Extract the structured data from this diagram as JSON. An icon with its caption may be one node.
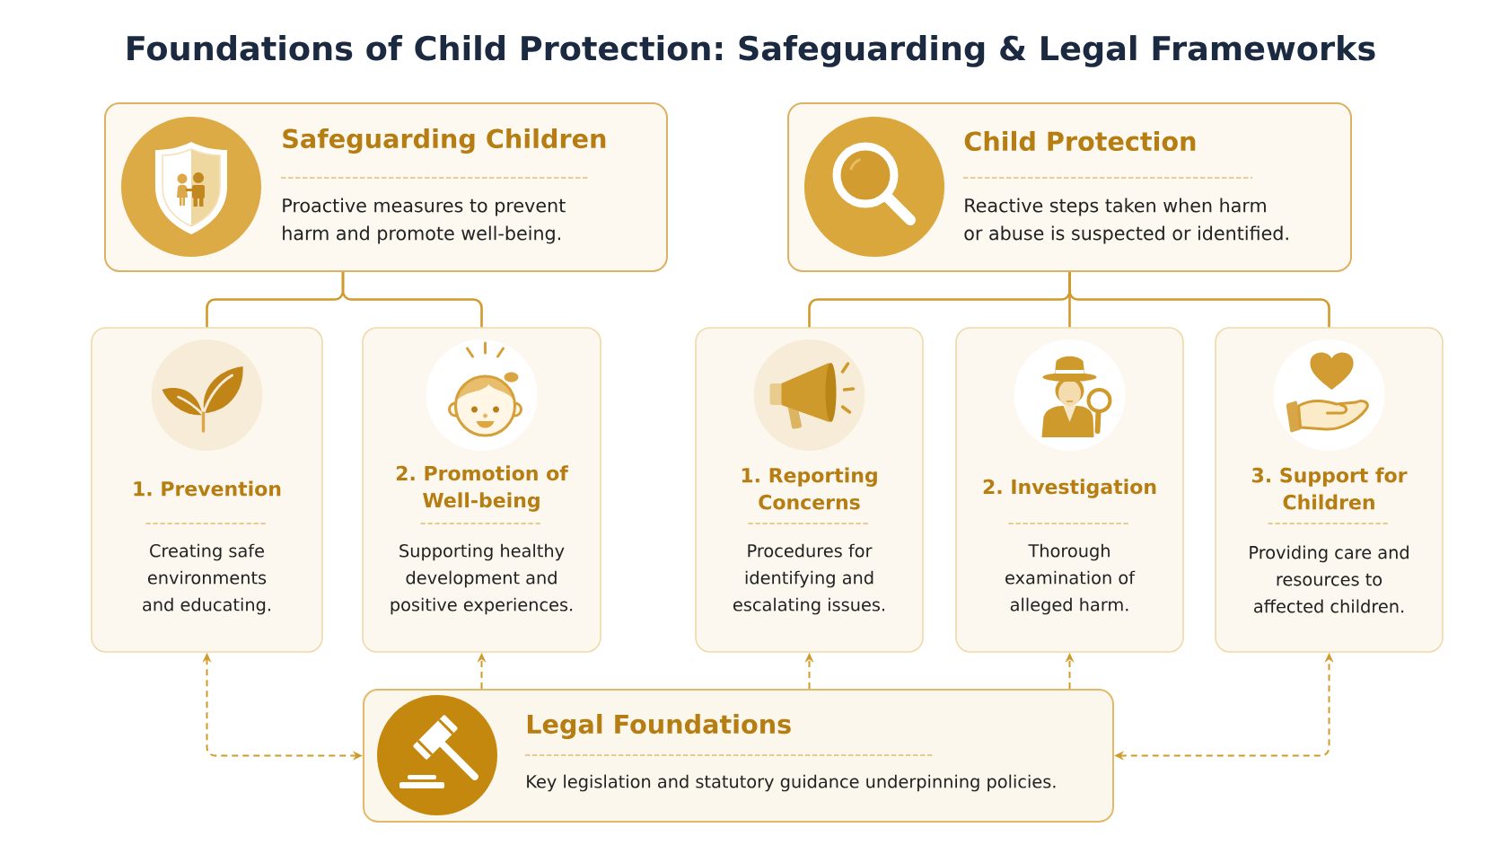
{
  "diagram": {
    "title": "Foundations of Child Protection: Safeguarding & Legal Frameworks",
    "nodes": [
      {
        "text": [
          "Safeguarding Children",
          "Proactive measures to prevent harm and promote well-being."
        ]
      },
      {
        "text": [
          "Child Protection",
          "Reactive steps taken when harm or abuse is suspected or identified."
        ]
      },
      {
        "text": [
          "1. Prevention",
          "Creating safe environments and educating."
        ]
      },
      {
        "text": [
          "2. Promotion of Well-being",
          "Supporting healthy development and positive experiences."
        ]
      },
      {
        "text": [
          "1. Reporting Concerns",
          "Procedures for identifying and escalating issues."
        ]
      },
      {
        "text": [
          "2. Investigation",
          "Thorough examination of alleged harm."
        ]
      },
      {
        "text": [
          "3. Support for Children",
          "Providing care and resources to affected children."
        ]
      },
      {
        "text": [
          "Legal Foundations",
          "Key legislation and statutory guidance underpinning policies."
        ]
      }
    ],
    "edges": [
      {
        "from": 0,
        "to": 2,
        "arrow": "none"
      },
      {
        "from": 0,
        "to": 3,
        "arrow": "none"
      },
      {
        "from": 1,
        "to": 4,
        "arrow": "none"
      },
      {
        "from": 1,
        "to": 5,
        "arrow": "none"
      },
      {
        "from": 1,
        "to": 6,
        "arrow": "none"
      },
      {
        "from": 7,
        "to": 2,
        "arrow": "both",
        "style": "dashed"
      },
      {
        "from": 7,
        "to": 3,
        "arrow": "to",
        "style": "dashed"
      },
      {
        "from": 7,
        "to": 4,
        "arrow": "to",
        "style": "dashed"
      },
      {
        "from": 7,
        "to": 5,
        "arrow": "to",
        "style": "dashed"
      },
      {
        "from": 7,
        "to": 6,
        "arrow": "both",
        "style": "dashed"
      }
    ]
  }
}
